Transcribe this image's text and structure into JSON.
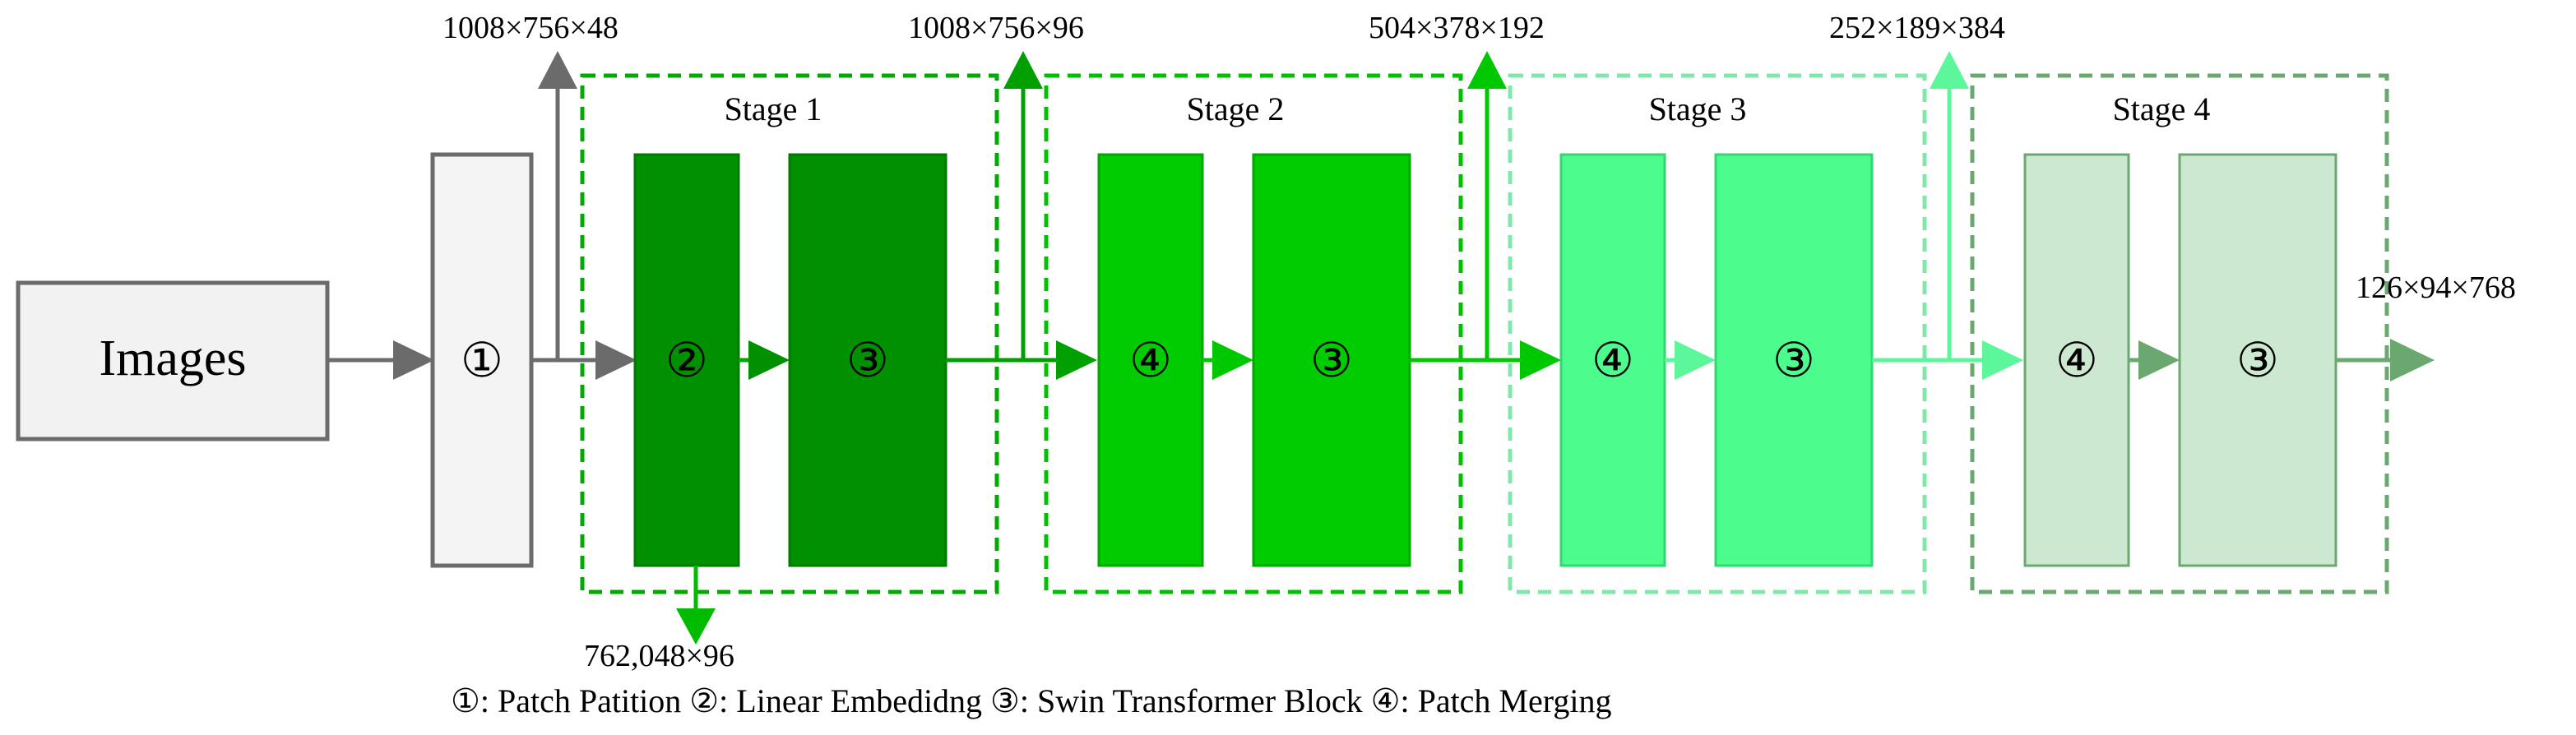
{
  "input": {
    "label": "Images"
  },
  "patch_partition": {
    "symbol": "①"
  },
  "dims": {
    "d0": "1008×756×48",
    "d1": "1008×756×96",
    "d2": "504×378×192",
    "d3": "252×189×384",
    "d_out": "126×94×768",
    "d_embed": "762,048×96"
  },
  "stages": [
    {
      "title": "Stage 1",
      "first_symbol": "②",
      "second_symbol": "③",
      "color": "#009000",
      "border": "#007a00",
      "line": "#00b000"
    },
    {
      "title": "Stage 2",
      "first_symbol": "④",
      "second_symbol": "③",
      "color": "#00cc00",
      "border": "#00a800",
      "line": "#00c800"
    },
    {
      "title": "Stage 3",
      "first_symbol": "④",
      "second_symbol": "③",
      "color": "#4cfc8c",
      "border": "#30d870",
      "line": "#5cf79a"
    },
    {
      "title": "Stage 4",
      "first_symbol": "④",
      "second_symbol": "③",
      "color": "#cce8d0",
      "border": "#6aa870",
      "line": "#6aa870"
    }
  ],
  "legend": {
    "text": "①: Patch Patition ②: Linear Embedidng ③: Swin Transformer Block ④: Patch Merging"
  }
}
